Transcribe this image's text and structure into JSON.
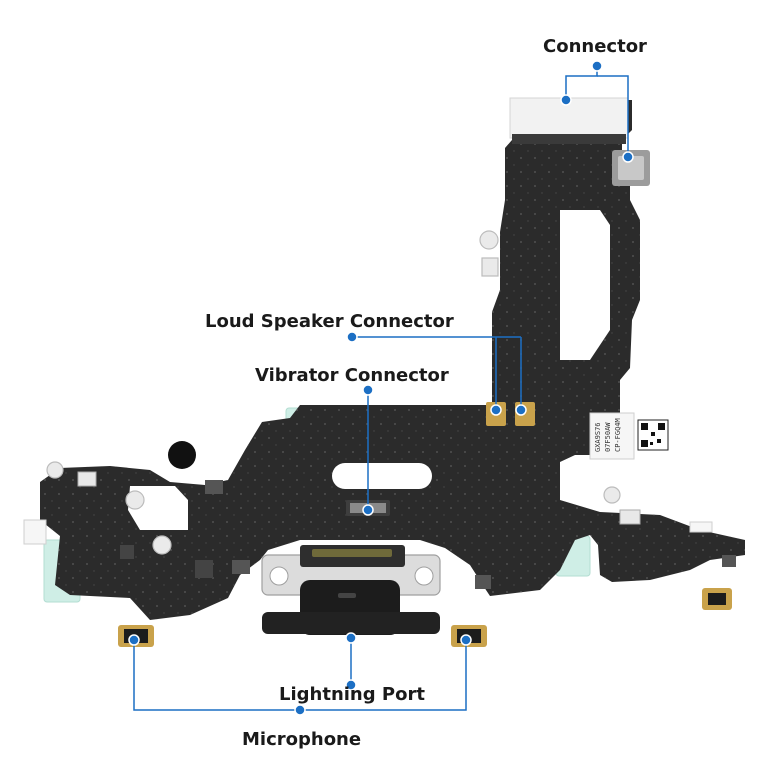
{
  "labels": {
    "connector": "Connector",
    "loud_speaker_connector": "Loud Speaker Connector",
    "vibrator_connector": "Vibrator Connector",
    "lightning_port": "Lightning Port",
    "microphone": "Microphone"
  },
  "flex_side_text": [
    "GXA9S76",
    "07F50AW",
    "CP-FGQ4M"
  ],
  "colors": {
    "callout": "#1c6fc4",
    "flex_body": "#2b2b2b",
    "flex_dark": "#1e1e1e",
    "stiffener": "#c8c8c8",
    "gold_pad": "#c9a24b",
    "teal_tape": "#cfeee6"
  }
}
